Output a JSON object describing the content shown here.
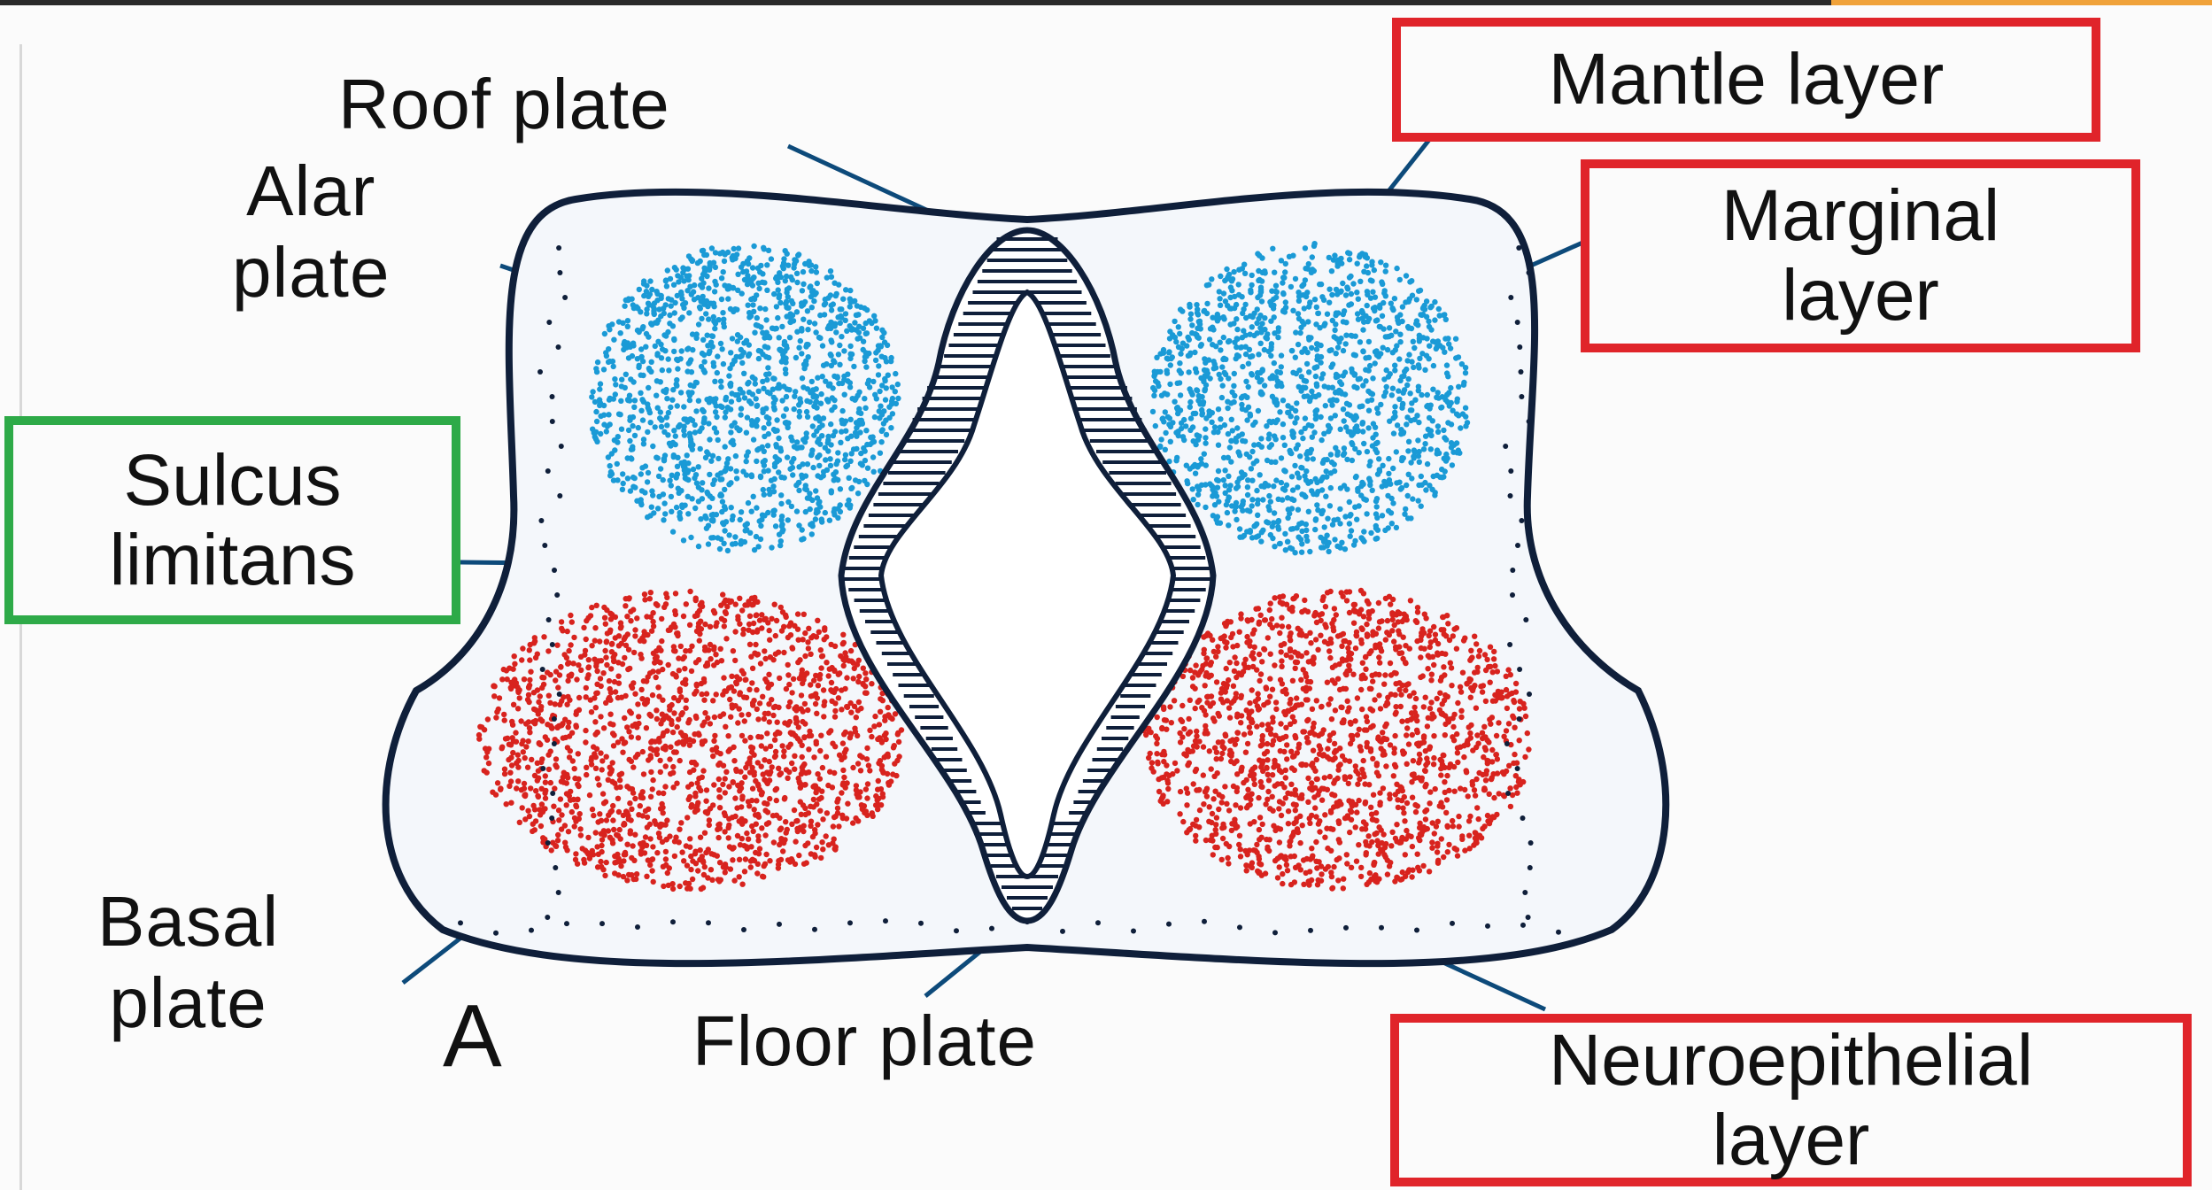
{
  "labels": {
    "roof_plate": "Roof plate",
    "alar_plate": "Alar\nplate",
    "basal_plate": "Basal\nplate",
    "floor_plate": "Floor plate",
    "figure_letter": "A"
  },
  "boxed_labels": {
    "mantle_layer": "Mantle layer",
    "marginal_layer": "Marginal\nlayer",
    "sulcus_limitans": "Sulcus\nlimitans",
    "neuroepithelial_layer": "Neuroepithelial\nlayer"
  },
  "colors": {
    "alar_dots": "#1a9ad6",
    "basal_dots": "#d8231e",
    "outline": "#0f1f3a",
    "red_box": "#e0242a",
    "green_box": "#2eaa48",
    "leader_line": "#0d4a7a"
  }
}
